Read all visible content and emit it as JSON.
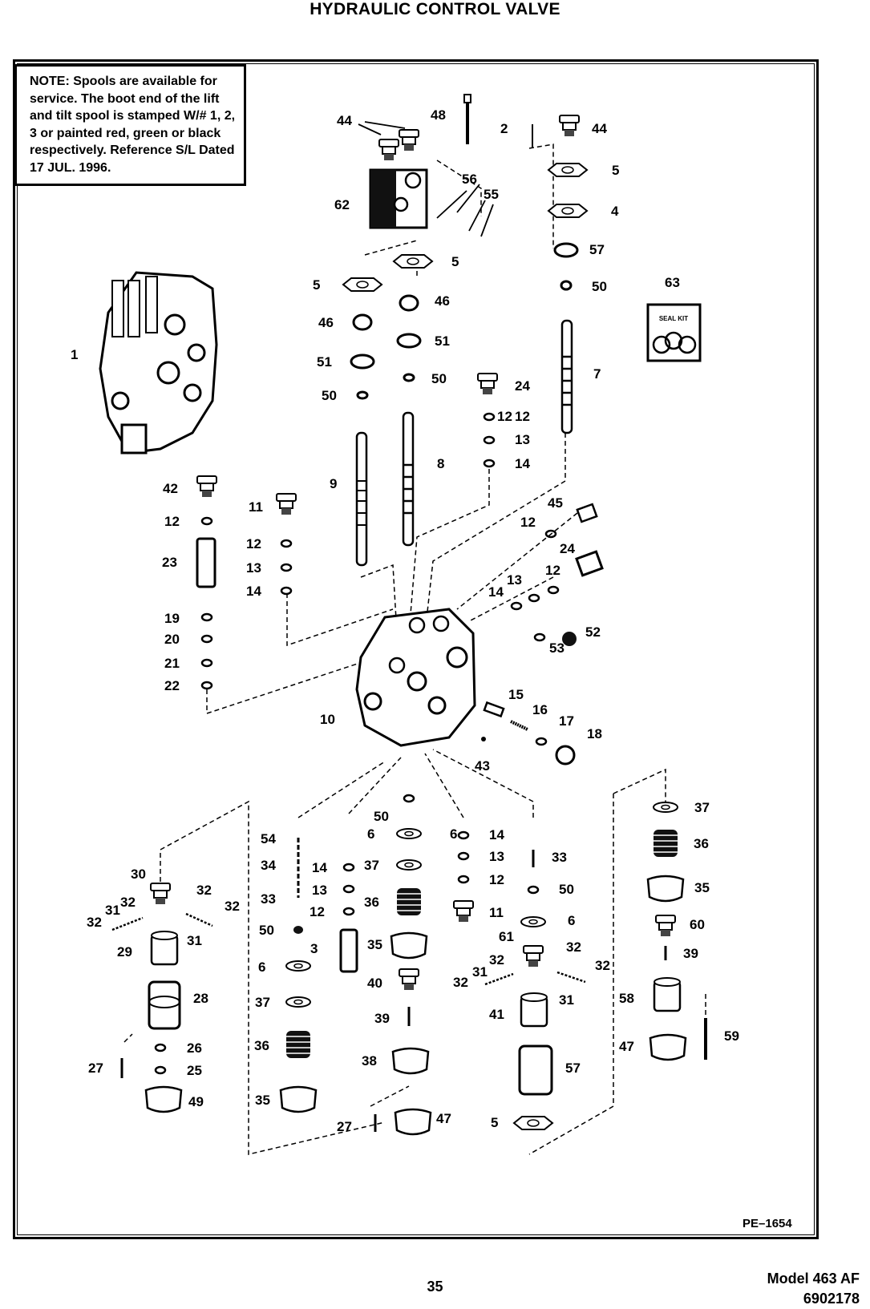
{
  "page_title": "HYDRAULIC CONTROL VALVE",
  "note": {
    "label": "NOTE:",
    "text": "Spools are available for service. The boot end of the lift and tilt spool is stamped W/# 1, 2, 3 or painted red, green or black respectively. Reference S/L Dated 17 JUL. 1996."
  },
  "reference_code": "PE–1654",
  "page_number": "35",
  "model": "Model 463 AF",
  "model_number": "6902178",
  "seal_kit_label": "SEAL KIT",
  "callouts": [
    {
      "id": "c1",
      "label": "1"
    },
    {
      "id": "c2",
      "label": "2"
    },
    {
      "id": "c3",
      "label": "3"
    },
    {
      "id": "c4",
      "label": "4"
    },
    {
      "id": "c5a",
      "label": "5"
    },
    {
      "id": "c5b",
      "label": "5"
    },
    {
      "id": "c5c",
      "label": "5"
    },
    {
      "id": "c5d",
      "label": "5"
    },
    {
      "id": "c6a",
      "label": "6"
    },
    {
      "id": "c6b",
      "label": "6"
    },
    {
      "id": "c6c",
      "label": "6"
    },
    {
      "id": "c6d",
      "label": "6"
    },
    {
      "id": "c7",
      "label": "7"
    },
    {
      "id": "c8",
      "label": "8"
    },
    {
      "id": "c9",
      "label": "9"
    },
    {
      "id": "c10",
      "label": "10"
    },
    {
      "id": "c11a",
      "label": "11"
    },
    {
      "id": "c11b",
      "label": "11"
    },
    {
      "id": "c12a",
      "label": "12"
    },
    {
      "id": "c12b",
      "label": "12"
    },
    {
      "id": "c12c",
      "label": "12"
    },
    {
      "id": "c12d",
      "label": "12"
    },
    {
      "id": "c12e",
      "label": "12"
    },
    {
      "id": "c12f",
      "label": "12"
    },
    {
      "id": "c12g",
      "label": "12"
    },
    {
      "id": "c12h",
      "label": "12"
    },
    {
      "id": "c13a",
      "label": "13"
    },
    {
      "id": "c13b",
      "label": "13"
    },
    {
      "id": "c13c",
      "label": "13"
    },
    {
      "id": "c13d",
      "label": "13"
    },
    {
      "id": "c13e",
      "label": "13"
    },
    {
      "id": "c14a",
      "label": "14"
    },
    {
      "id": "c14b",
      "label": "14"
    },
    {
      "id": "c14c",
      "label": "14"
    },
    {
      "id": "c14d",
      "label": "14"
    },
    {
      "id": "c14e",
      "label": "14"
    },
    {
      "id": "c15",
      "label": "15"
    },
    {
      "id": "c16",
      "label": "16"
    },
    {
      "id": "c17",
      "label": "17"
    },
    {
      "id": "c18",
      "label": "18"
    },
    {
      "id": "c19",
      "label": "19"
    },
    {
      "id": "c20",
      "label": "20"
    },
    {
      "id": "c21",
      "label": "21"
    },
    {
      "id": "c22",
      "label": "22"
    },
    {
      "id": "c23",
      "label": "23"
    },
    {
      "id": "c24a",
      "label": "24"
    },
    {
      "id": "c24b",
      "label": "24"
    },
    {
      "id": "c25",
      "label": "25"
    },
    {
      "id": "c26",
      "label": "26"
    },
    {
      "id": "c27a",
      "label": "27"
    },
    {
      "id": "c27b",
      "label": "27"
    },
    {
      "id": "c28",
      "label": "28"
    },
    {
      "id": "c29",
      "label": "29"
    },
    {
      "id": "c30",
      "label": "30"
    },
    {
      "id": "c31a",
      "label": "31"
    },
    {
      "id": "c31b",
      "label": "31"
    },
    {
      "id": "c31c",
      "label": "31"
    },
    {
      "id": "c31d",
      "label": "31"
    },
    {
      "id": "c32a",
      "label": "32"
    },
    {
      "id": "c32b",
      "label": "32"
    },
    {
      "id": "c32c",
      "label": "32"
    },
    {
      "id": "c32d",
      "label": "32"
    },
    {
      "id": "c32e",
      "label": "32"
    },
    {
      "id": "c32f",
      "label": "32"
    },
    {
      "id": "c32g",
      "label": "32"
    },
    {
      "id": "c32h",
      "label": "32"
    },
    {
      "id": "c33a",
      "label": "33"
    },
    {
      "id": "c33b",
      "label": "33"
    },
    {
      "id": "c34",
      "label": "34"
    },
    {
      "id": "c35a",
      "label": "35"
    },
    {
      "id": "c35b",
      "label": "35"
    },
    {
      "id": "c35c",
      "label": "35"
    },
    {
      "id": "c36a",
      "label": "36"
    },
    {
      "id": "c36b",
      "label": "36"
    },
    {
      "id": "c36c",
      "label": "36"
    },
    {
      "id": "c37a",
      "label": "37"
    },
    {
      "id": "c37b",
      "label": "37"
    },
    {
      "id": "c37c",
      "label": "37"
    },
    {
      "id": "c38",
      "label": "38"
    },
    {
      "id": "c39a",
      "label": "39"
    },
    {
      "id": "c39b",
      "label": "39"
    },
    {
      "id": "c40",
      "label": "40"
    },
    {
      "id": "c41",
      "label": "41"
    },
    {
      "id": "c42",
      "label": "42"
    },
    {
      "id": "c43",
      "label": "43"
    },
    {
      "id": "c44a",
      "label": "44"
    },
    {
      "id": "c44b",
      "label": "44"
    },
    {
      "id": "c45",
      "label": "45"
    },
    {
      "id": "c46a",
      "label": "46"
    },
    {
      "id": "c46b",
      "label": "46"
    },
    {
      "id": "c47a",
      "label": "47"
    },
    {
      "id": "c47b",
      "label": "47"
    },
    {
      "id": "c48",
      "label": "48"
    },
    {
      "id": "c49",
      "label": "49"
    },
    {
      "id": "c50a",
      "label": "50"
    },
    {
      "id": "c50b",
      "label": "50"
    },
    {
      "id": "c50c",
      "label": "50"
    },
    {
      "id": "c50d",
      "label": "50"
    },
    {
      "id": "c50e",
      "label": "50"
    },
    {
      "id": "c50f",
      "label": "50"
    },
    {
      "id": "c51a",
      "label": "51"
    },
    {
      "id": "c51b",
      "label": "51"
    },
    {
      "id": "c52",
      "label": "52"
    },
    {
      "id": "c53",
      "label": "53"
    },
    {
      "id": "c54",
      "label": "54"
    },
    {
      "id": "c55",
      "label": "55"
    },
    {
      "id": "c56",
      "label": "56"
    },
    {
      "id": "c57a",
      "label": "57"
    },
    {
      "id": "c57b",
      "label": "57"
    },
    {
      "id": "c58",
      "label": "58"
    },
    {
      "id": "c59",
      "label": "59"
    },
    {
      "id": "c60",
      "label": "60"
    },
    {
      "id": "c61",
      "label": "61"
    },
    {
      "id": "c62",
      "label": "62"
    },
    {
      "id": "c63",
      "label": "63"
    }
  ]
}
